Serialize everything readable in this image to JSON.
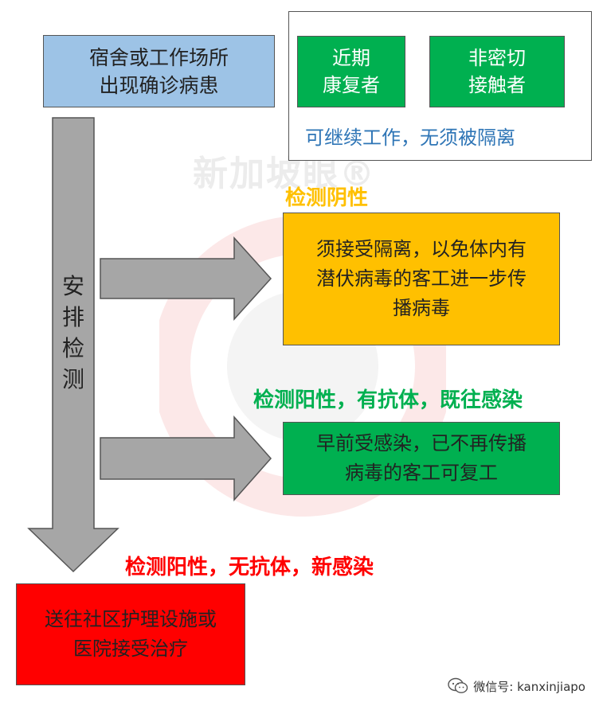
{
  "colors": {
    "blue_box": "#9DC3E6",
    "green_box": "#00B050",
    "orange_box": "#FFC000",
    "red_box": "#FF0000",
    "gray_arrow": "#A6A6A6",
    "orange_label": "#FFC000",
    "green_label": "#00B050",
    "red_label": "#FF0000",
    "blue_text": "#2E75B6"
  },
  "start_box": {
    "text": "宿舍或工作场所\n出现确诊病患"
  },
  "exempt": {
    "recent_recovered": "近期\n康复者",
    "non_close_contact": "非密切\n接触者",
    "note": "可继续工作，无须被隔离"
  },
  "main_arrow": {
    "label": "安\n排\n检\n测"
  },
  "branch_negative": {
    "label": "检测阴性",
    "text": "须接受隔离，以免体内有\n潜伏病毒的客工进一步传\n播病毒"
  },
  "branch_antibody": {
    "label": "检测阳性，有抗体，既往感染",
    "text": "早前受感染，已不再传播\n病毒的客工可复工"
  },
  "branch_new": {
    "label": "检测阳性，无抗体，新感染",
    "text": "送往社区护理设施或\n医院接受治疗"
  },
  "watermark": {
    "text": "新加坡眼®"
  },
  "footer": {
    "icon": "wechat-icon",
    "text": "微信号: kanxinjiapo"
  }
}
